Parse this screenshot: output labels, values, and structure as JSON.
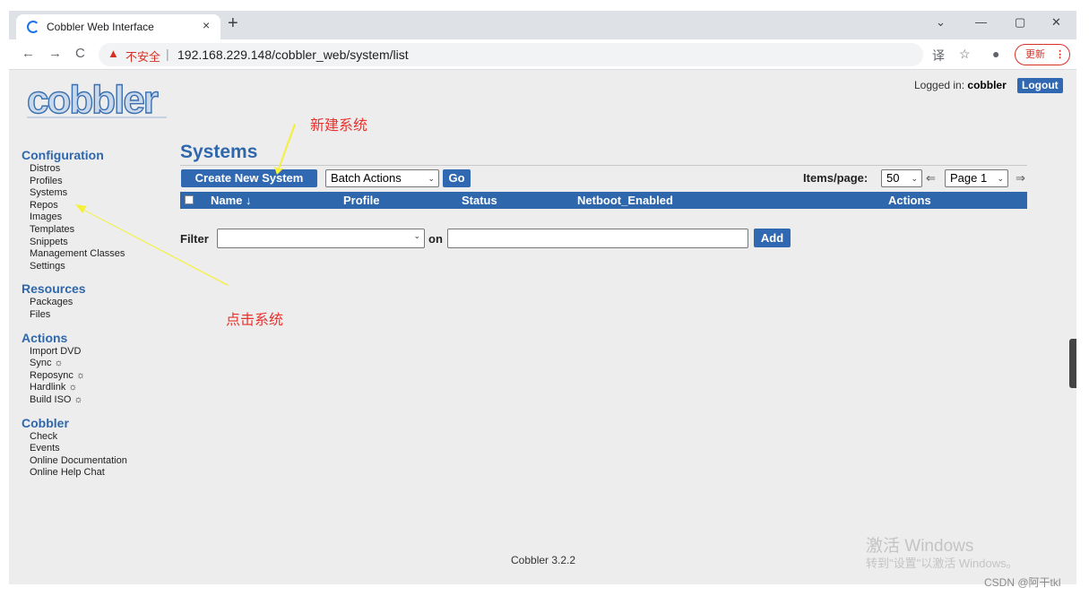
{
  "browser": {
    "tab_title": "Cobbler Web Interface",
    "tab_close": "×",
    "new_tab": "+",
    "insecure_label": "不安全",
    "url_separator": "|",
    "url": "192.168.229.148/cobbler_web/system/list",
    "update_label": "更新",
    "update_menu": "⋮",
    "back": "←",
    "forward": "→",
    "reload": "C",
    "warning": "▲",
    "translate": "译",
    "star": "☆",
    "profile": "●",
    "minimize": "—",
    "maximize": "▢",
    "close": "✕",
    "dropdown": "⌄"
  },
  "header": {
    "logo_text": "cobbler",
    "logged_in_prefix": "Logged in:",
    "user": "cobbler",
    "logout_label": "Logout"
  },
  "sidebar": {
    "configuration": {
      "heading": "Configuration",
      "items": [
        "Distros",
        "Profiles",
        "Systems",
        "Repos",
        "Images",
        "Templates",
        "Snippets",
        "Management Classes",
        "Settings"
      ]
    },
    "resources": {
      "heading": "Resources",
      "items": [
        "Packages",
        "Files"
      ]
    },
    "actions": {
      "heading": "Actions",
      "items": [
        "Import DVD",
        "Sync ☼",
        "Reposync ☼",
        "Hardlink ☼",
        "Build ISO ☼"
      ]
    },
    "cobbler": {
      "heading": "Cobbler",
      "items": [
        "Check",
        "Events",
        "Online Documentation",
        "Online Help Chat"
      ]
    }
  },
  "main": {
    "title": "Systems",
    "create_button": "Create New System",
    "batch_actions": "Batch Actions",
    "go_button": "Go",
    "items_per_page_label": "Items/page:",
    "items_per_page_value": "50",
    "prev_arrow": "⇐",
    "page_value": "Page 1",
    "next_arrow": "⇒",
    "columns": [
      "Name ↓",
      "Profile",
      "Status",
      "Netboot_Enabled",
      "Actions"
    ],
    "filter_label": "Filter",
    "filter_on": "on",
    "add_button": "Add"
  },
  "annotations": {
    "new_system": "新建系统",
    "click_systems": "点击系统"
  },
  "footer": {
    "version": "Cobbler 3.2.2"
  },
  "watermark": {
    "line1": "激活 Windows",
    "line2": "转到\"设置\"以激活 Windows。",
    "csdn": "CSDN @阿干tkl"
  },
  "colors": {
    "accent": "#2f67ad",
    "annotation": "#e8322d",
    "arrow": "#f5f03c"
  }
}
